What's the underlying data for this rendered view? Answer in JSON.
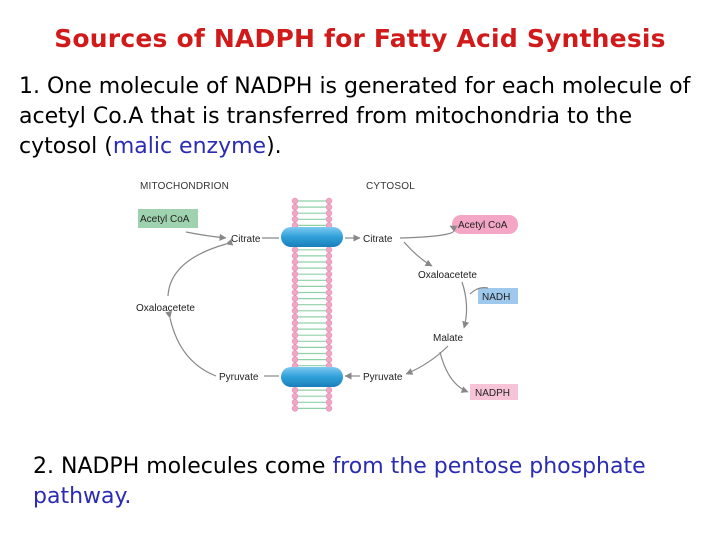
{
  "title": "Sources of NADPH for Fatty Acid Synthesis",
  "point1": {
    "text_before": "1. One molecule of NADPH is generated for each molecule of acetyl Co.A that is transferred from mitochondria to the cytosol (",
    "highlight": "malic enzyme",
    "text_after": ")."
  },
  "point2": {
    "text_before": "2. NADPH molecules come ",
    "highlight": "from the pentose phosphate pathway."
  },
  "diagram": {
    "mitochondrion_label": "MITOCHONDRION",
    "cytosol_label": "CYTOSOL",
    "mito": {
      "acetyl_coa": "Acetyl CoA",
      "citrate": "Citrate",
      "oxaloacetate": "Oxaloacetete",
      "pyruvate": "Pyruvate"
    },
    "cyto": {
      "citrate": "Citrate",
      "acetyl_coa": "Acetyl CoA",
      "oxaloacetate": "Oxaloacetete",
      "nadh": "NADH",
      "malate": "Malate",
      "pyruvate": "Pyruvate",
      "nadph": "NADPH"
    },
    "colors": {
      "acetyl_mito_box": "#9fd3b0",
      "acetyl_cyto_box": "#f4a6c6",
      "nadh_box": "#9ec9ec",
      "nadph_box": "#f7c3d6",
      "transporter": "#3aa6dc",
      "membrane": "#f0a6c4",
      "title_red": "#d11a1a",
      "highlight_blue": "#2b2bb3"
    }
  }
}
